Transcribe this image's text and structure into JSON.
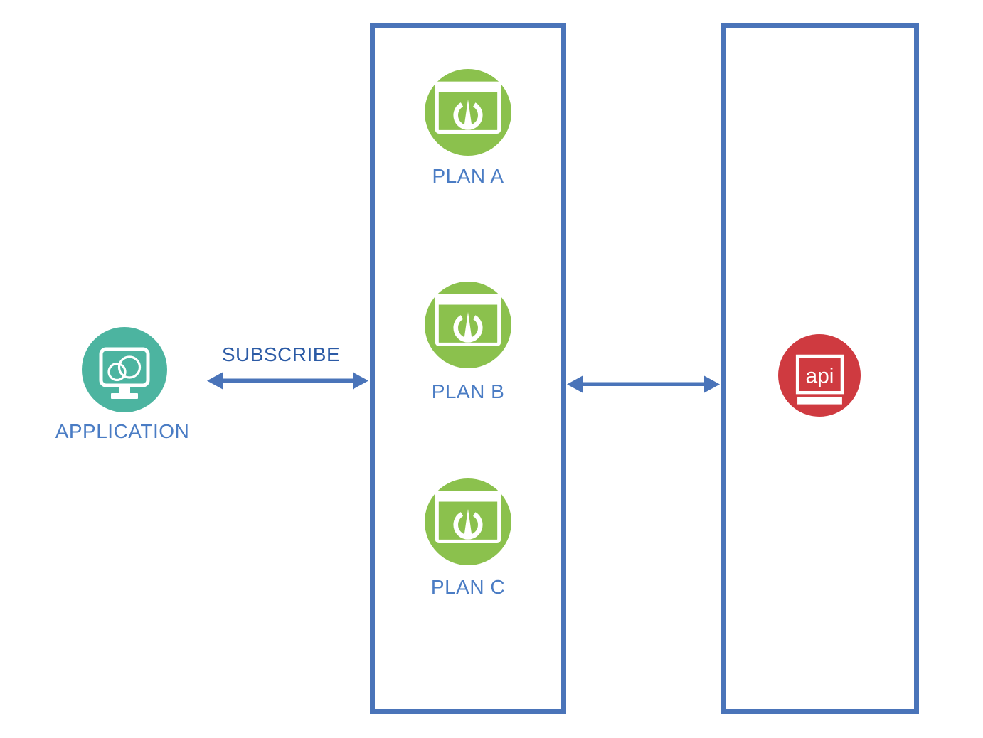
{
  "application": {
    "label": "APPLICATION",
    "icon": "monitor-cloud-icon",
    "color": "#4CB4A0"
  },
  "subscribe_label": "SUBSCRIBE",
  "plans": [
    {
      "label": "PLAN A",
      "icon": "gauge-window-icon",
      "color": "#8BC14D"
    },
    {
      "label": "PLAN B",
      "icon": "gauge-window-icon",
      "color": "#8BC14D"
    },
    {
      "label": "PLAN C",
      "icon": "gauge-window-icon",
      "color": "#8BC14D"
    }
  ],
  "api": {
    "label": "api",
    "icon": "api-badge-icon",
    "color": "#CF3A40"
  },
  "connectors": [
    {
      "name": "application-to-plans",
      "style": "double-arrow"
    },
    {
      "name": "plans-to-api",
      "style": "double-arrow"
    }
  ],
  "colors": {
    "accent_blue": "#4A74B9",
    "label_blue": "#4A7CC4",
    "subscribe_text_blue": "#2B5AA5",
    "plan_green": "#8BC14D",
    "application_teal": "#4CB4A0",
    "api_red": "#CF3A40"
  }
}
